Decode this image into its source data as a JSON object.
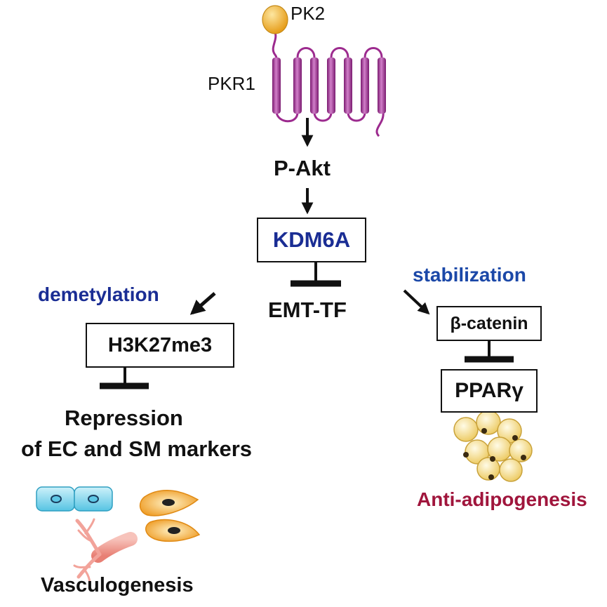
{
  "colors": {
    "receptor": "#9c2a8e",
    "receptor_light": "#d27fc9",
    "ligand": "#f0b030",
    "blue_text": "#1a2d94",
    "blue_text_2": "#1b48a8",
    "red_text": "#a0153c",
    "arrow": "#111111",
    "cell_blue": "#7fd6ec",
    "cell_orange": "#f2a93b",
    "fat_cell": "#f5dd84",
    "vessel": "#f2a39a"
  },
  "labels": {
    "ligand": "PK2",
    "receptor": "PKR1",
    "akt": "P-Akt",
    "kdm6a": "KDM6A",
    "emt": "EMT-TF",
    "demethylation": "demetylation",
    "h3k27": "H3K27me3",
    "repression_line1": "Repression",
    "repression_line2": "of EC and SM markers",
    "vasculogenesis": "Vasculogenesis",
    "stabilization": "stabilization",
    "beta_catenin": "β-catenin",
    "ppar": "PPARγ",
    "anti_adipogenesis": "Anti-adipogenesis"
  },
  "icons": {
    "endothelial": "endothelial-cells-icon",
    "smooth_muscle": "smooth-muscle-cells-icon",
    "vessel": "blood-vessel-icon",
    "adipocytes": "adipocyte-cluster-icon",
    "ligand": "ligand-sphere-icon",
    "receptor": "seven-transmembrane-receptor-icon"
  }
}
